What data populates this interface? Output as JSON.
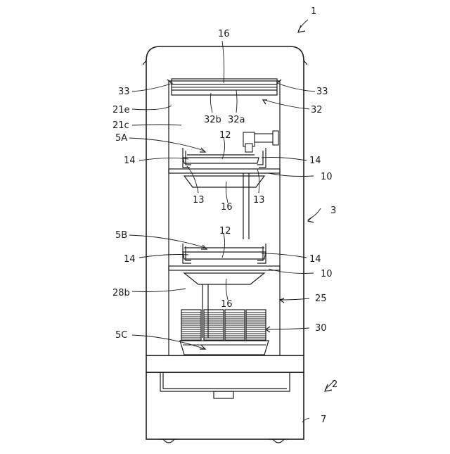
{
  "labels": {
    "ref_1": "1",
    "ref_2": "2",
    "ref_3": "3",
    "ref_7": "7",
    "ref_10_upper": "10",
    "ref_10_lower": "10",
    "ref_12_upper": "12",
    "ref_12_lower": "12",
    "ref_13_left": "13",
    "ref_13_right": "13",
    "ref_14_upper_left": "14",
    "ref_14_upper_right": "14",
    "ref_14_lower_left": "14",
    "ref_14_lower_right": "14",
    "ref_16_top": "16",
    "ref_16_mid": "16",
    "ref_16_low": "16",
    "ref_21c": "21c",
    "ref_21e": "21e",
    "ref_25": "25",
    "ref_28b": "28b",
    "ref_30": "30",
    "ref_32": "32",
    "ref_32a": "32a",
    "ref_32b": "32b",
    "ref_33_left": "33",
    "ref_33_right": "33",
    "ref_5A": "5A",
    "ref_5B": "5B",
    "ref_5C": "5C"
  },
  "colors": {
    "line": "#1a1a1a",
    "background": "#ffffff"
  }
}
